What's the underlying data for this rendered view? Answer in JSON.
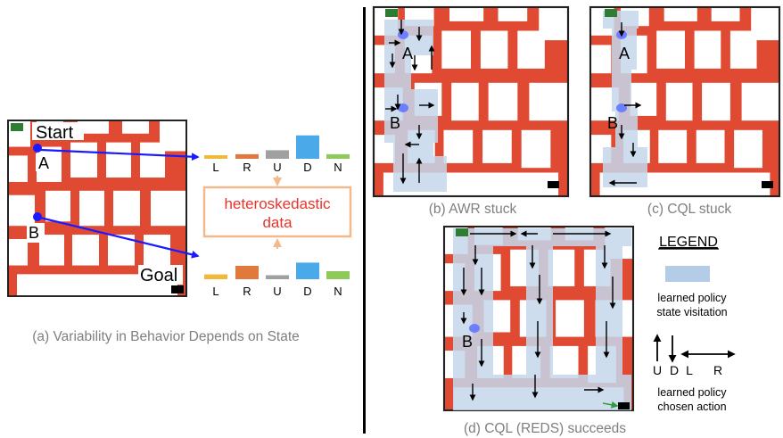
{
  "panel_a": {
    "start_label": "Start",
    "goal_label": "Goal",
    "state_a": "A",
    "state_b": "B",
    "center_text_line1": "heteroskedastic",
    "center_text_line2": "data",
    "action_labels": [
      "L",
      "R",
      "U",
      "D",
      "N"
    ],
    "bars_top": {
      "values": [
        0.12,
        0.16,
        0.3,
        0.82,
        0.16
      ],
      "colors": [
        "#f0b93a",
        "#e0793c",
        "#a0a0a0",
        "#4aa9e8",
        "#8fc95a"
      ]
    },
    "bars_bottom": {
      "values": [
        0.18,
        0.5,
        0.15,
        0.62,
        0.3
      ],
      "colors": [
        "#f0b93a",
        "#e0793c",
        "#a0a0a0",
        "#4aa9e8",
        "#8fc95a"
      ]
    },
    "caption": "(a) Variability in Behavior Depends on State"
  },
  "panel_b": {
    "caption": "(b) AWR stuck",
    "state_a": "A",
    "state_b": "B"
  },
  "panel_c": {
    "caption": "(c) CQL stuck",
    "state_a": "A",
    "state_b": "B"
  },
  "panel_d": {
    "caption": "(d) CQL (REDS) succeeds",
    "state_b": "B"
  },
  "legend": {
    "title": "LEGEND",
    "visitation_line1": "learned policy",
    "visitation_line2": "state visitation",
    "arrow_labels": [
      "U",
      "D",
      "L",
      "R"
    ],
    "action_line1": "learned policy",
    "action_line2": "chosen action"
  },
  "colors": {
    "wall": "#e04a33",
    "visitation": "#c5d8ec",
    "start": "#2e7d32",
    "agent": "#1a1aff",
    "agent_marker": "#6b7fff",
    "center_box": "#f2b98c",
    "center_text": "#e8352b"
  }
}
